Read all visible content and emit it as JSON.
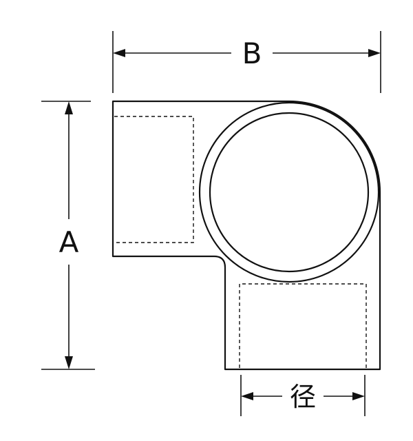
{
  "dimensions": {
    "width_label": "B",
    "height_label": "A",
    "diameter_label": "径"
  },
  "colors": {
    "line": "#111111",
    "background": "#ffffff"
  }
}
